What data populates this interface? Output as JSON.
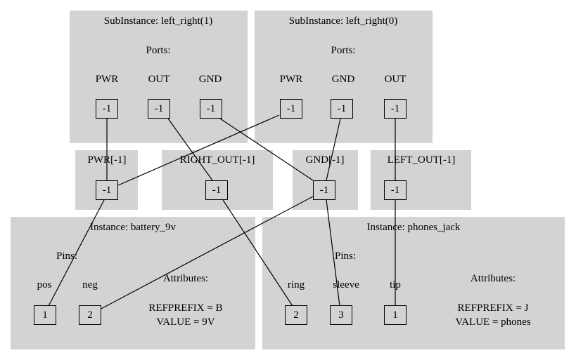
{
  "subinstances": [
    {
      "title": "SubInstance: left_right(1)",
      "ports_label": "Ports:",
      "ports": [
        {
          "name": "PWR",
          "value": "-1"
        },
        {
          "name": "OUT",
          "value": "-1"
        },
        {
          "name": "GND",
          "value": "-1"
        }
      ]
    },
    {
      "title": "SubInstance: left_right(0)",
      "ports_label": "Ports:",
      "ports": [
        {
          "name": "PWR",
          "value": "-1"
        },
        {
          "name": "GND",
          "value": "-1"
        },
        {
          "name": "OUT",
          "value": "-1"
        }
      ]
    }
  ],
  "nets": [
    {
      "name": "PWR[-1]",
      "value": "-1"
    },
    {
      "name": "RIGHT_OUT[-1]",
      "value": "-1"
    },
    {
      "name": "GND[-1]",
      "value": "-1"
    },
    {
      "name": "LEFT_OUT[-1]",
      "value": "-1"
    }
  ],
  "instances": [
    {
      "title": "Instance: battery_9v",
      "pins_label": "Pins:",
      "pins": [
        {
          "name": "pos",
          "value": "1"
        },
        {
          "name": "neg",
          "value": "2"
        }
      ],
      "attributes_label": "Attributes:",
      "attributes": [
        "REFPREFIX = B",
        "VALUE = 9V"
      ]
    },
    {
      "title": "Instance: phones_jack",
      "pins_label": "Pins:",
      "pins": [
        {
          "name": "ring",
          "value": "2"
        },
        {
          "name": "sleeve",
          "value": "3"
        },
        {
          "name": "tip",
          "value": "1"
        }
      ],
      "attributes_label": "Attributes:",
      "attributes": [
        "REFPREFIX = J",
        "VALUE = phones"
      ]
    }
  ]
}
